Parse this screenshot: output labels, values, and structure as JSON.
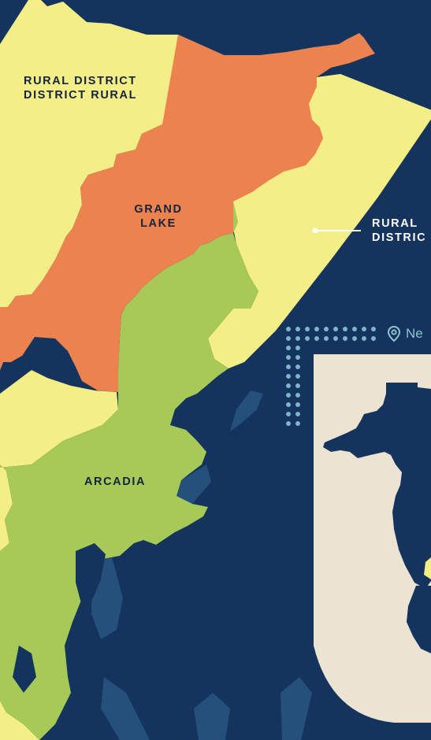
{
  "regions": [
    {
      "id": "rural-nw",
      "lines": [
        "RURAL DISTRICT",
        "DISTRICT RURAL"
      ],
      "color": "#f4ee86"
    },
    {
      "id": "grand-lake",
      "lines": [
        "GRAND",
        "LAKE"
      ],
      "color": "#ec834f"
    },
    {
      "id": "arcadia",
      "lines": [
        "ARCADIA"
      ],
      "color": "#a7c957"
    },
    {
      "id": "rural-e",
      "lines": [
        "RURAL",
        "DISTRIC"
      ],
      "color": "#f4ee86"
    }
  ],
  "inset": {
    "label": "Ne",
    "icon": "map-pin-icon",
    "land_color": "#ece3d3"
  },
  "colors": {
    "water": "#14345e",
    "water_light": "#2a5a86",
    "dots": "#7fb3c6",
    "label_text": "#14233f",
    "callout": "#ffffff"
  }
}
